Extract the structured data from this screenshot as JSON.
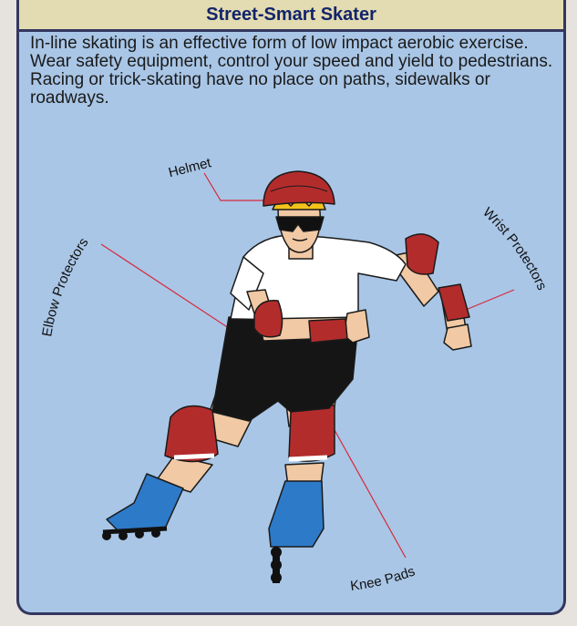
{
  "title": "Street-Smart Skater",
  "intro": "In-line skating is an effective form of low impact aerobic exercise. Wear safety equipment, control your speed and yield to pedestrians. Racing or trick-skating have no place on paths, sidewalks or roadways.",
  "labels": {
    "helmet": "Helmet",
    "elbow": "Elbow Protectors",
    "wrist": "Wrist Protectors",
    "knee": "Knee Pads"
  },
  "colors": {
    "panel_bg": "#a9c6e6",
    "title_bg": "#e3dbb1",
    "title_text": "#12246b",
    "border": "#33365f",
    "callout_line": "#d8283a",
    "pads": "#b32c2c",
    "skates": "#2d7ac8",
    "shirt": "#ffffff",
    "shorts": "#151515",
    "skin": "#f1c9a4"
  }
}
